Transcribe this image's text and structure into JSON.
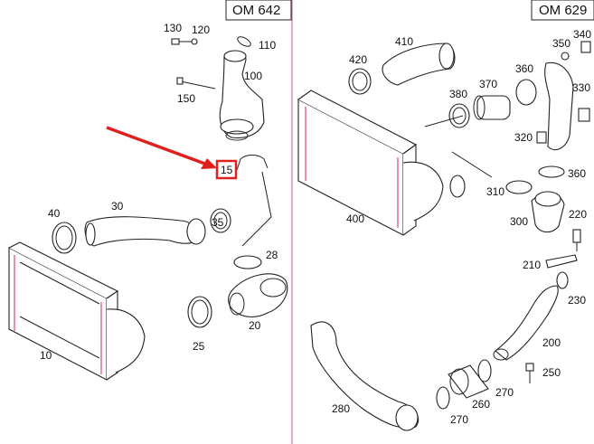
{
  "sections": [
    {
      "engine": "OM 642"
    },
    {
      "engine": "OM 629"
    }
  ],
  "callouts": {
    "left": [
      "130",
      "120",
      "110",
      "100",
      "150",
      "15",
      "35",
      "40",
      "30",
      "28",
      "20",
      "10",
      "25"
    ],
    "right": [
      "410",
      "420",
      "370",
      "380",
      "360",
      "350",
      "340",
      "330",
      "320",
      "310",
      "360",
      "400",
      "300",
      "220",
      "210",
      "230",
      "200",
      "280",
      "260",
      "270",
      "270",
      "250"
    ]
  },
  "highlight": {
    "label": "15"
  },
  "colors": {
    "divider": "#d9708f",
    "arrow": "#e0201c",
    "highlight_box": "#e0201c",
    "part_edge": "#d23a6a"
  }
}
